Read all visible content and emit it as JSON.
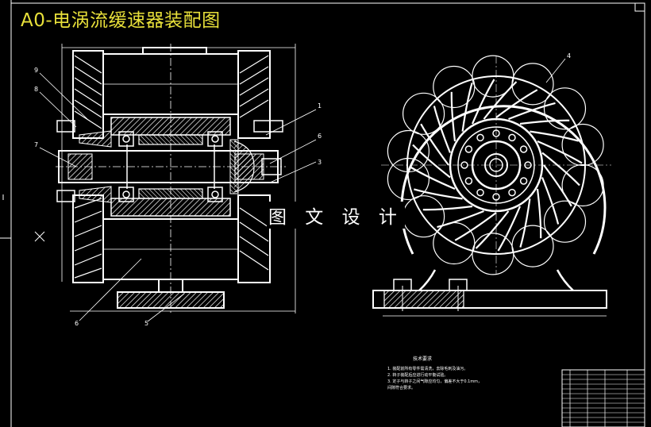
{
  "title": "A0-电涡流缓速器装配图",
  "watermark": "图 文 设 计",
  "part_labels_left": [
    "9",
    "8",
    "7"
  ],
  "part_labels_right": [
    "1",
    "6",
    "3"
  ],
  "part_labels_bottom": [
    "6",
    "5"
  ],
  "side_view_label": "4",
  "notes_heading": "技术要求",
  "notes_lines": [
    "1. 装配前所有零件需清洗，去除毛刺及油污。",
    "2. 转子装配后应进行动平衡试验。",
    "3. 定子与转子之间气隙应均匀，偏差不大于0.1mm，",
    "   间隙符合要求。"
  ],
  "colors": {
    "background": "#000000",
    "line": "#ffffff",
    "title": "#e8e03a",
    "hatch": "#ffffff"
  }
}
